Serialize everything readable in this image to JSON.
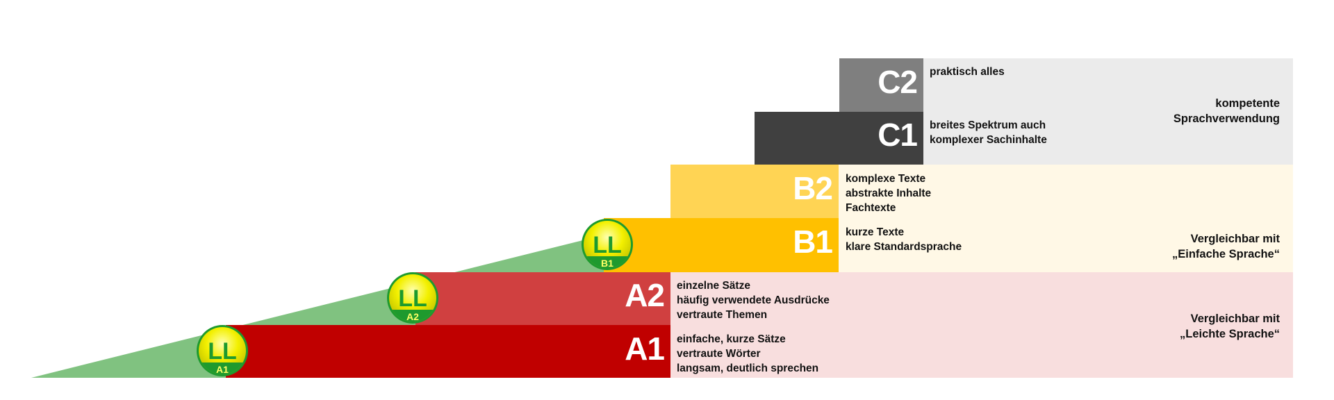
{
  "levels": {
    "a1": {
      "code": "A1",
      "lines": [
        "einfache, kurze Sätze",
        "vertraute Wörter",
        "langsam, deutlich sprechen"
      ],
      "bar_color": "#C00000"
    },
    "a2": {
      "code": "A2",
      "lines": [
        "einzelne Sätze",
        "häufig verwendete Ausdrücke",
        "vertraute Themen"
      ],
      "bar_color": "#D04040"
    },
    "b1": {
      "code": "B1",
      "lines": [
        "kurze Texte",
        "klare Standardsprache"
      ],
      "bar_color": "#FFC000"
    },
    "b2": {
      "code": "B2",
      "lines": [
        "komplexe Texte",
        "abstrakte Inhalte",
        "Fachtexte"
      ],
      "bar_color": "#FFD454"
    },
    "c1": {
      "code": "C1",
      "lines": [
        "breites Spektrum auch",
        "komplexer Sachinhalte"
      ],
      "bar_color": "#404040"
    },
    "c2": {
      "code": "C2",
      "lines": [
        "praktisch alles"
      ],
      "bar_color": "#7F7F7F"
    }
  },
  "groups": {
    "c": {
      "lines": [
        "kompetente",
        "Sprachverwendung"
      ],
      "bg_color": "#EBEBEB"
    },
    "b": {
      "lines": [
        "Vergleichbar mit",
        "„Einfache Sprache“"
      ],
      "bg_color": "#FFF8E6"
    },
    "a": {
      "lines": [
        "Vergleichbar mit",
        "„Leichte Sprache“"
      ],
      "bg_color": "#F8DEDE"
    }
  },
  "badges": [
    {
      "logo": "LL",
      "level": "A1"
    },
    {
      "logo": "LL",
      "level": "A2"
    },
    {
      "logo": "LL",
      "level": "B1"
    }
  ],
  "colors": {
    "wedge": "#80C280",
    "badge_green": "#1E9A2E",
    "badge_yellow": "#F3F000"
  }
}
